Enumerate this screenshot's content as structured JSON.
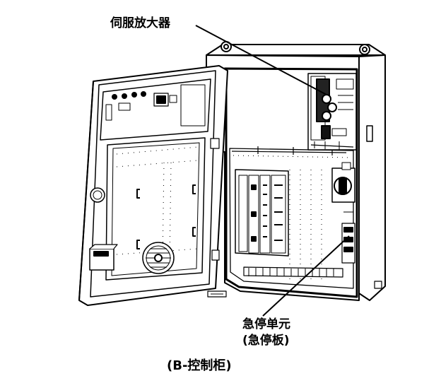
{
  "labels": {
    "servo_amplifier": "伺服放大器",
    "estop_unit_line1": "急停单元",
    "estop_unit_line2": "(急停板)",
    "caption": "(B-控制柜)"
  }
}
